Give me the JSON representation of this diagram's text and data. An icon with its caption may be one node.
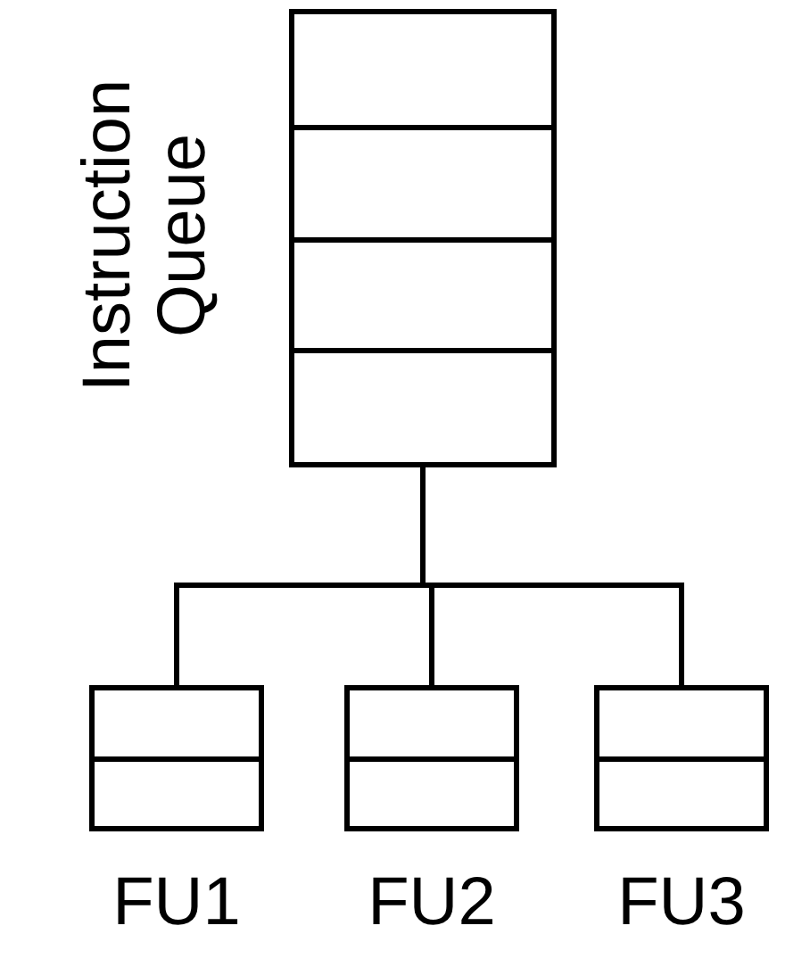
{
  "diagram": {
    "nodes": [
      {
        "text": [
          "Instruction Queue"
        ]
      },
      {
        "text": [
          "FU1"
        ]
      },
      {
        "text": [
          "FU2"
        ]
      },
      {
        "text": [
          "FU3"
        ]
      }
    ],
    "edges": [
      {
        "from": 0,
        "to": 1,
        "arrow": "none"
      },
      {
        "from": 0,
        "to": 2,
        "arrow": "none"
      },
      {
        "from": 0,
        "to": 3,
        "arrow": "none"
      }
    ]
  }
}
